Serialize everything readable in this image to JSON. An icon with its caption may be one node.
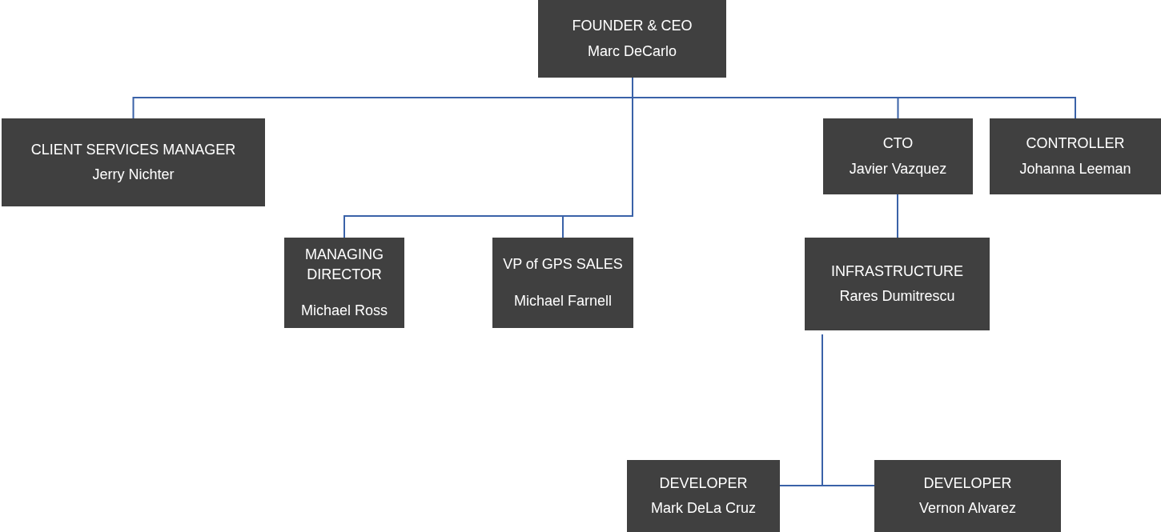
{
  "diagram": {
    "nodes": [
      {
        "text": [
          "FOUNDER & CEO",
          "Marc DeCarlo"
        ]
      },
      {
        "text": [
          "CLIENT SERVICES MANAGER",
          "Jerry Nichter"
        ]
      },
      {
        "text": [
          "CTO",
          "Javier Vazquez"
        ]
      },
      {
        "text": [
          "CONTROLLER",
          "Johanna Leeman"
        ]
      },
      {
        "text": [
          "MANAGING DIRECTOR",
          "Michael Ross"
        ]
      },
      {
        "text": [
          "VP of GPS SALES",
          "Michael Farnell"
        ]
      },
      {
        "text": [
          "INFRASTRUCTURE",
          "Rares Dumitrescu"
        ]
      },
      {
        "text": [
          "DEVELOPER",
          "Mark DeLa Cruz"
        ]
      },
      {
        "text": [
          "DEVELOPER",
          "Vernon Alvarez"
        ]
      }
    ],
    "edges": [
      {
        "from": 0,
        "to": 1,
        "arrow": "none"
      },
      {
        "from": 0,
        "to": 2,
        "arrow": "none"
      },
      {
        "from": 0,
        "to": 3,
        "arrow": "none"
      },
      {
        "from": 0,
        "to": 4,
        "arrow": "none"
      },
      {
        "from": 0,
        "to": 5,
        "arrow": "none"
      },
      {
        "from": 2,
        "to": 6,
        "arrow": "none"
      },
      {
        "from": 6,
        "to": 7,
        "arrow": "none"
      },
      {
        "from": 6,
        "to": 8,
        "arrow": "none"
      }
    ]
  }
}
